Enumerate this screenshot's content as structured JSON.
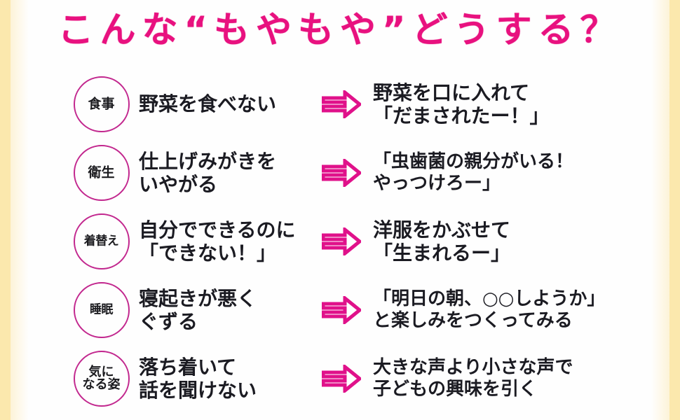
{
  "title": "こんな“もやもや”どうする？",
  "colors": {
    "title_pink": "#e8117f",
    "arrow_pink": "#e0118a",
    "badge_outline": "#c2278e",
    "text_dark": "#1b1b22",
    "edge_band": "#fbe8ad",
    "background": "#ffffff"
  },
  "arrow_glyph": "double-arrow-right",
  "rows": [
    {
      "badge": "食事",
      "problem": "野菜を食べない",
      "solution": "野菜を口に入れて\n「だまされたー！」"
    },
    {
      "badge": "衛生",
      "problem": "仕上げみがきを\nいやがる",
      "solution": "「虫歯菌の親分がいる！\nやっつけろー」"
    },
    {
      "badge": "着替え",
      "problem": "自分でできるのに\n「できない！」",
      "solution": "洋服をかぶせて\n「生まれるー」"
    },
    {
      "badge": "睡眠",
      "problem": "寝起きが悪く\nぐずる",
      "solution": "「明日の朝、○○しようか」\nと楽しみをつくってみる"
    },
    {
      "badge": "気に\nなる姿",
      "problem": "落ち着いて\n話を聞けない",
      "solution": "大きな声より小さな声で\n子どもの興味を引く"
    }
  ]
}
